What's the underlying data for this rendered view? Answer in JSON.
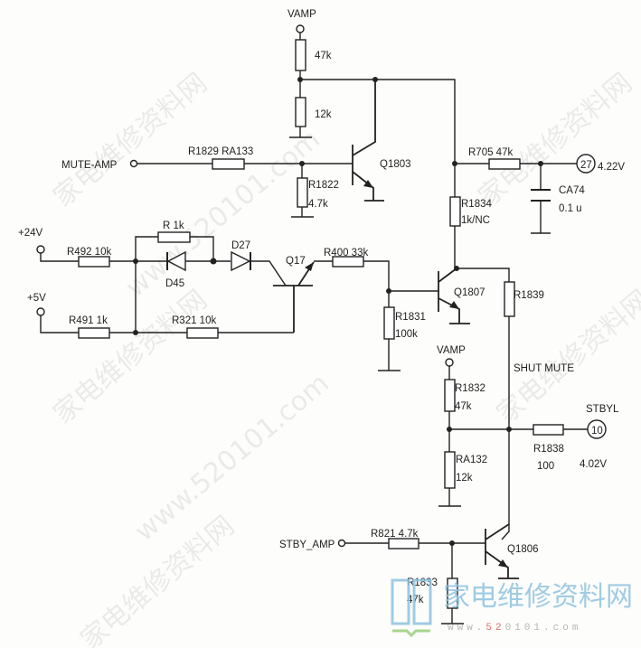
{
  "watermark": {
    "cn": "家电维修资料网",
    "url": "www.520101.com"
  },
  "logo": {
    "cn": "家电维修资料网",
    "url_prefix": "www.",
    "url_accent": "52",
    "url_rest": "0101.com",
    "accent_color": "#e05050"
  },
  "nets": {
    "vamp_top": "VAMP",
    "vamp_mid": "VAMP",
    "mute_amp": "MUTE-AMP",
    "plus24v": "+24V",
    "plus5v": "+5V",
    "stby_amp": "STBY_AMP",
    "shut_mute": "SHUT MUTE",
    "stbyl": "STBYL"
  },
  "pins": {
    "p27": "27",
    "p27_voltage": "4.22V",
    "p10": "10",
    "p10_voltage": "4.02V"
  },
  "components": {
    "r_top_value": "47k",
    "r_mid_value": "12k",
    "r1829": "R1829 RA133",
    "r1822_ref": "R1822",
    "r1822_value": "4.7k",
    "q1803": "Q1803",
    "r705": "R705 47k",
    "ca74_ref": "CA74",
    "ca74_value": "0.1 u",
    "r1834_ref": "R1834",
    "r1834_value": "1k/NC",
    "r_1k": "R 1k",
    "r492": "R492 10k",
    "d45": "D45",
    "d27": "D27",
    "q17": "Q17",
    "r400": "R400 33k",
    "r491": "R491 1k",
    "r321": "R321 10k",
    "q1807": "Q1807",
    "r1831_ref": "R1831",
    "r1831_value": "100k",
    "r1839": "R1839",
    "r1832_ref": "R1832",
    "r1832_value": "47k",
    "ra132_ref": "RA132",
    "ra132_value": "12k",
    "r1838_ref": "R1838",
    "r1838_value": "100",
    "r821": "R821 4.7k",
    "q1806": "Q1806",
    "r1833_ref": "R1833",
    "r1833_value": "47k"
  }
}
